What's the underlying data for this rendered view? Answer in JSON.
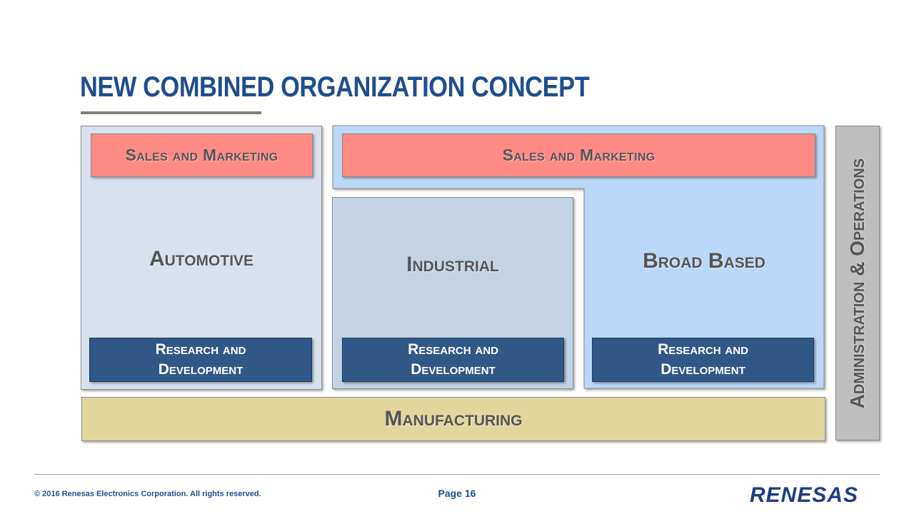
{
  "slide": {
    "title": "NEW COMBINED ORGANIZATION CONCEPT",
    "page_label": "Page 16",
    "copyright": "© 2016 Renesas Electronics Corporation. All rights reserved.",
    "logo_text": "RENESAS"
  },
  "divisions": {
    "automotive": {
      "name": "Automotive",
      "sales": "Sales and Marketing",
      "rnd_line1": "Research and",
      "rnd_line2": "Development"
    },
    "industrial": {
      "name": "Industrial",
      "rnd_line1": "Research and",
      "rnd_line2": "Development"
    },
    "broad_based": {
      "name": "Broad Based",
      "rnd_line1": "Research and",
      "rnd_line2": "Development"
    },
    "shared_sales": "Sales and Marketing"
  },
  "shared": {
    "manufacturing": "Manufacturing",
    "admin": "Administration & Operations"
  },
  "colors": {
    "title": "#1f4e8c",
    "sales": "#ff8a84",
    "rnd": "#315786",
    "automotive_bg": "#d8e1ee",
    "industrial_bg": "#c3d3e6",
    "broad_bg": "#bcd8f8",
    "manufacturing": "#e3d69d",
    "admin": "#bebebe"
  }
}
